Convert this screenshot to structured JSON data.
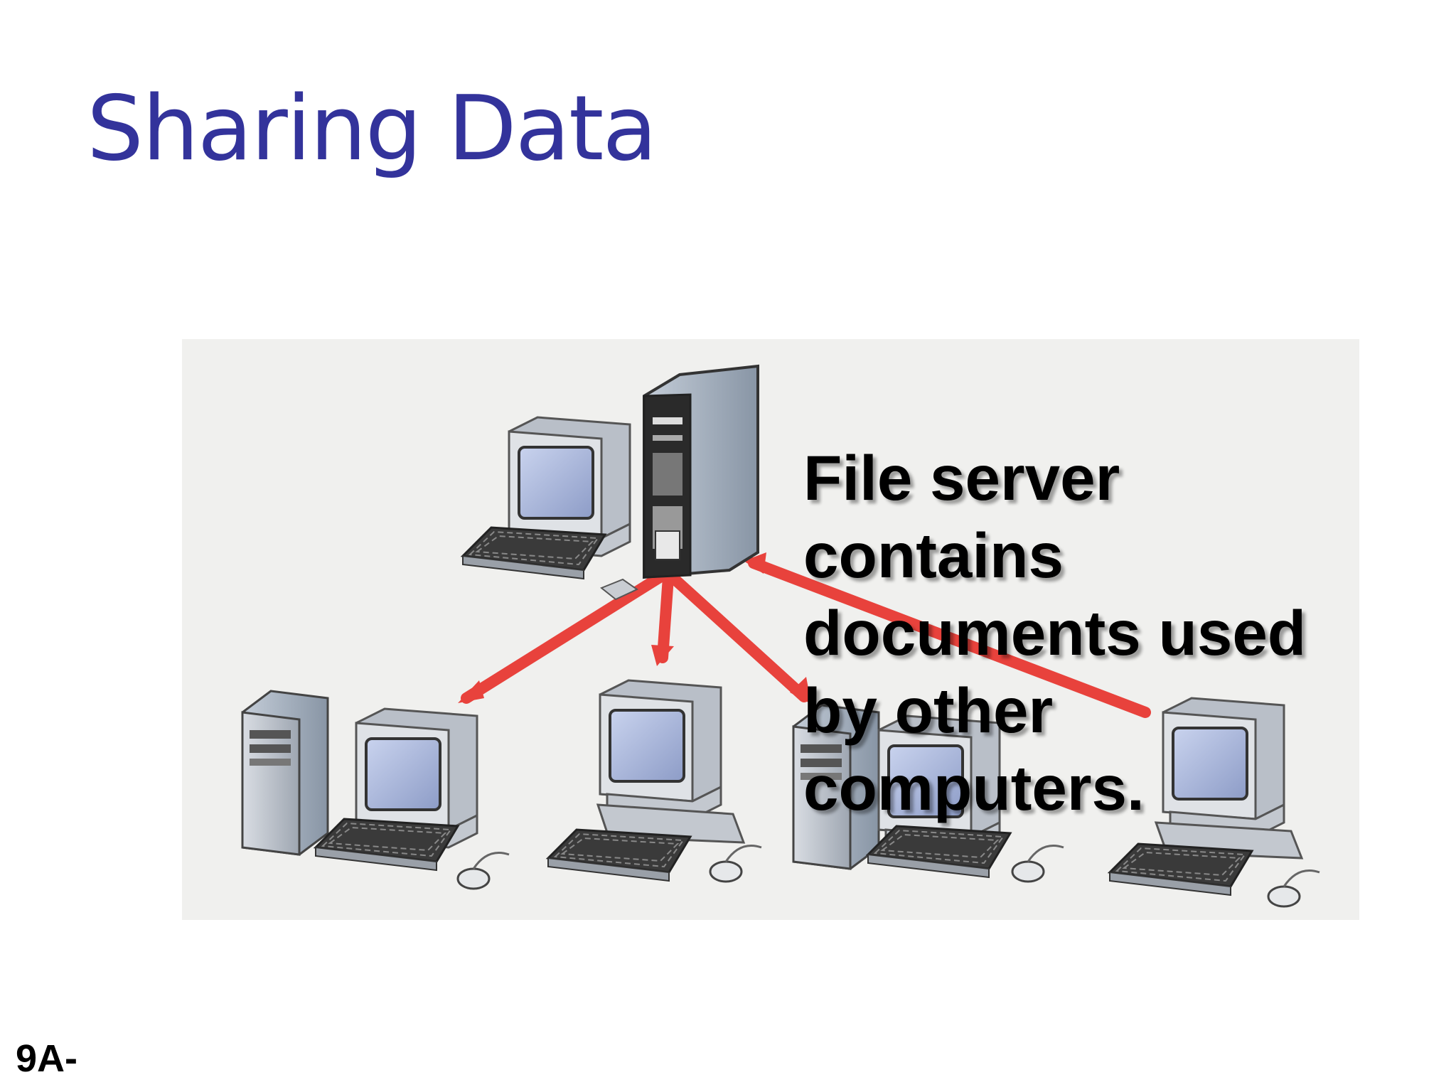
{
  "slide": {
    "title": "Sharing Data",
    "caption": "File server contains documents used by other computers.",
    "slide_number": "9A-"
  },
  "diagram": {
    "nodes": [
      {
        "name": "File server",
        "icon": "server-tower-icon"
      },
      {
        "icon": "desktop-computer-icon"
      },
      {
        "icon": "desktop-computer-icon"
      },
      {
        "icon": "desktop-computer-icon"
      },
      {
        "icon": "desktop-computer-icon"
      }
    ],
    "connection_color": "#e8423c"
  }
}
